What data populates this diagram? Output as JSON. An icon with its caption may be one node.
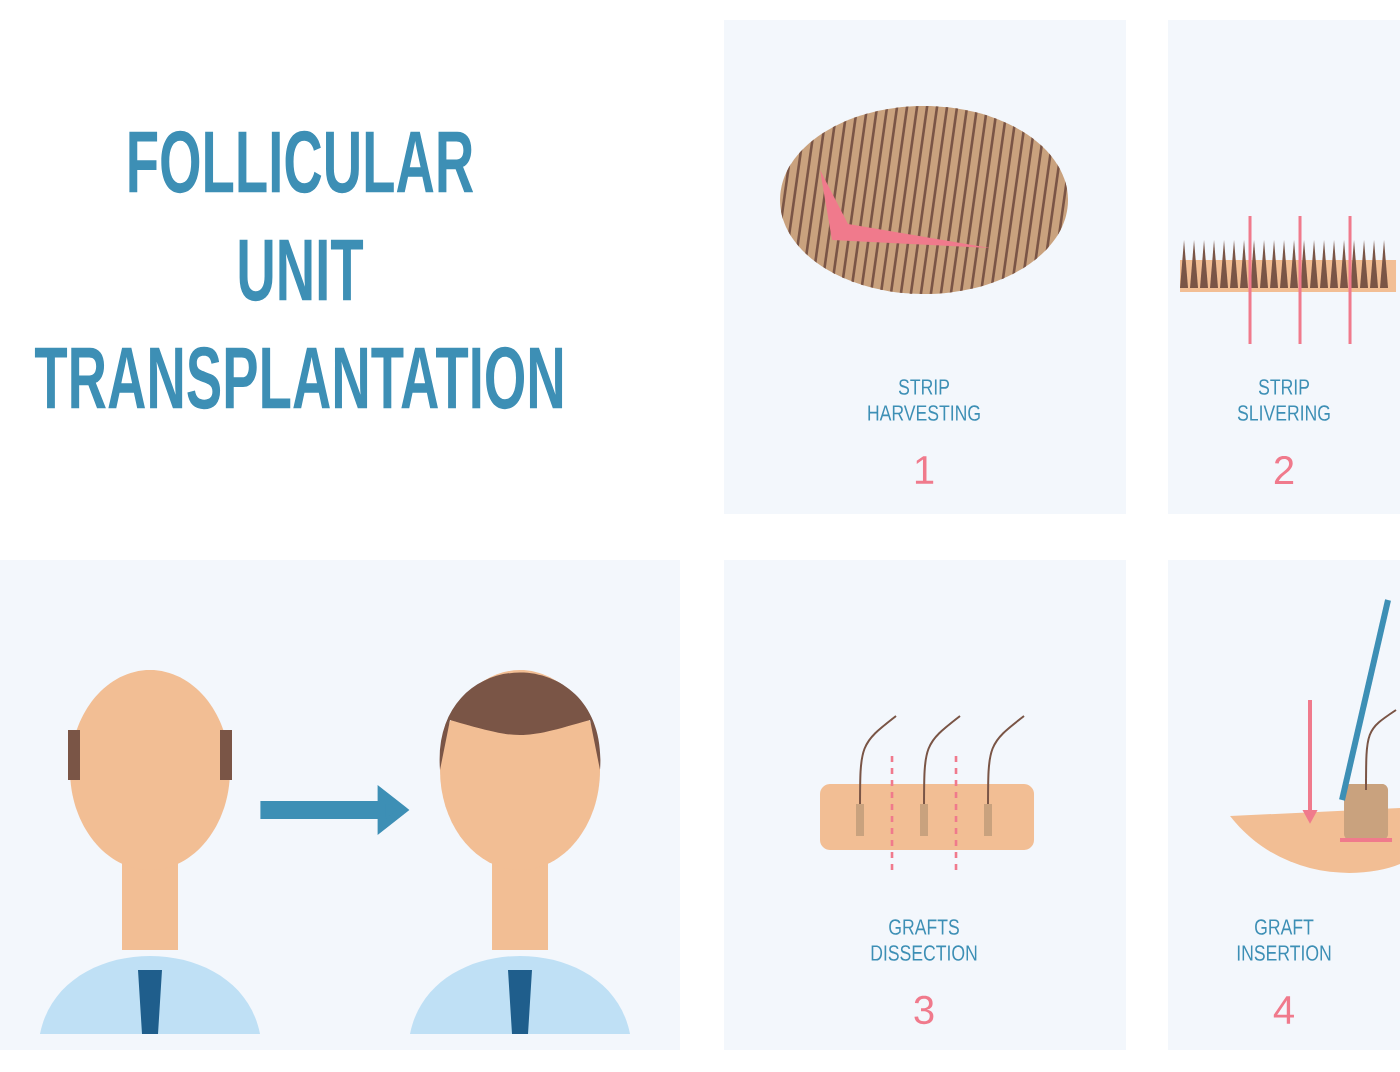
{
  "diagram": {
    "title": "FOLLICULAR UNIT TRANSPLANTATION",
    "nodes": [
      {
        "text": [
          "STRIP HARVESTING",
          "1"
        ]
      },
      {
        "text": [
          "STRIP SLIVERING",
          "2"
        ]
      },
      {
        "text": [],
        "shape": "person"
      },
      {
        "text": [],
        "shape": "person"
      },
      {
        "text": [
          "GRAFTS DISSECTION",
          "3"
        ]
      },
      {
        "text": [
          "GRAFT INSERTION",
          "4"
        ]
      }
    ],
    "edges": [
      {
        "from": 2,
        "to": 3,
        "arrow": "to"
      }
    ]
  }
}
